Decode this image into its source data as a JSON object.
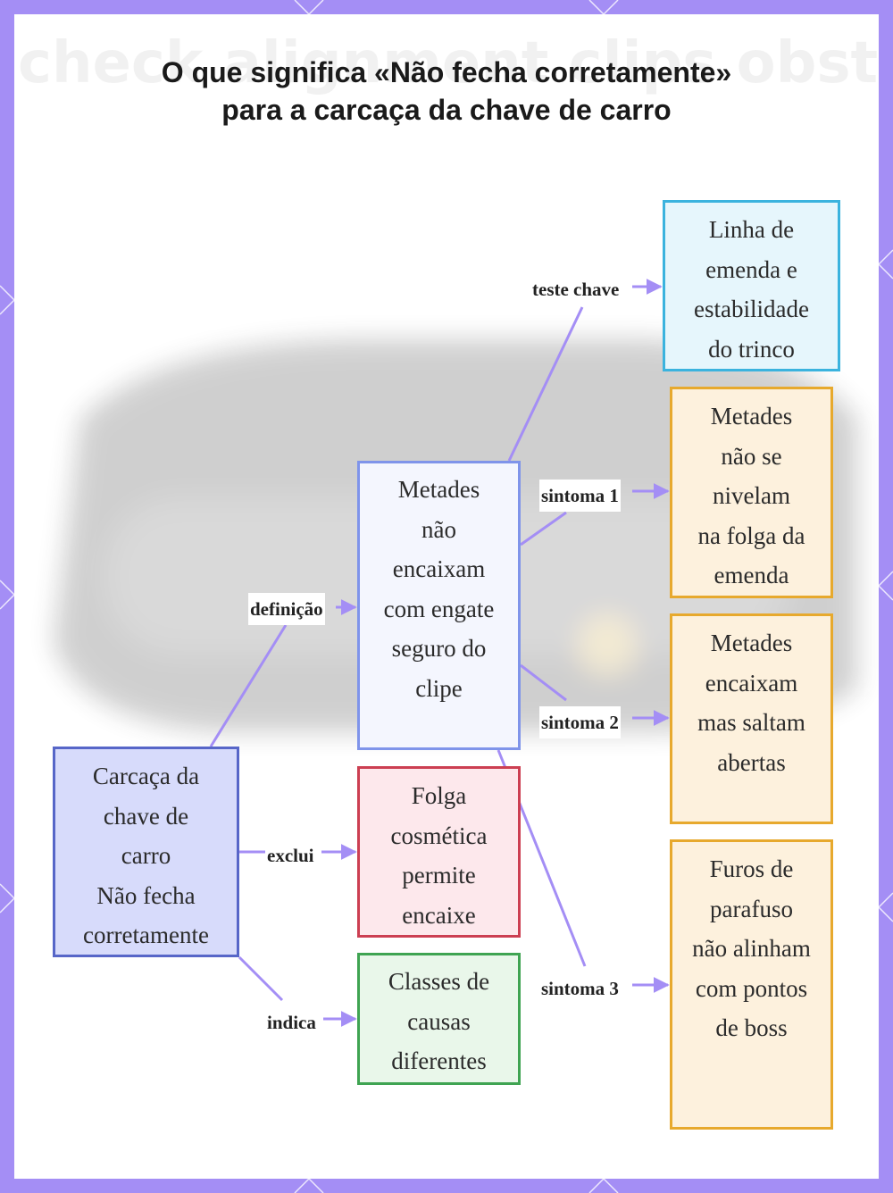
{
  "title": "O que significa «Não fecha corretamente» para a carcaça da chave de carro",
  "background_watermark": "check alignment  clips obstructions",
  "colors": {
    "border": "#a48ef5",
    "edge": "#a48ef5",
    "root_fill": "#d7dbfb",
    "root_stroke": "#5766c8",
    "def_fill": "#f4f6fe",
    "def_stroke": "#7f94ea",
    "exclude_fill": "#fde8ec",
    "exclude_stroke": "#cc3f52",
    "indicate_fill": "#e9f7ea",
    "indicate_stroke": "#3fa452",
    "test_fill": "#e6f6fc",
    "test_stroke": "#3bb3de",
    "symptom_fill": "#fdf1dd",
    "symptom_stroke": "#e7a92d"
  },
  "nodes": {
    "root": [
      "Carcaça da",
      "chave de",
      "carro",
      "Não fecha",
      "corretamente"
    ],
    "definition": [
      "Metades",
      "não",
      "encaixam",
      "com engate",
      "seguro do",
      "clipe"
    ],
    "exclude": [
      "Folga",
      "cosmética",
      "permite",
      "encaixe"
    ],
    "indicate": [
      "Classes de",
      "causas",
      "diferentes"
    ],
    "test": [
      "Linha de",
      "emenda e",
      "estabilidade",
      "do trinco"
    ],
    "symptom1": [
      "Metades",
      "não se",
      "nivelam",
      "na folga da",
      "emenda"
    ],
    "symptom2": [
      "Metades",
      "encaixam",
      "mas saltam",
      "abertas"
    ],
    "symptom3": [
      "Furos de",
      "parafuso",
      "não alinham",
      "com pontos",
      "de boss"
    ]
  },
  "edge_labels": {
    "definition": "definição",
    "exclude": "exclui",
    "indicate": "indica",
    "test": "teste chave",
    "symptom1": "sintoma 1",
    "symptom2": "sintoma 2",
    "symptom3": "sintoma 3"
  }
}
